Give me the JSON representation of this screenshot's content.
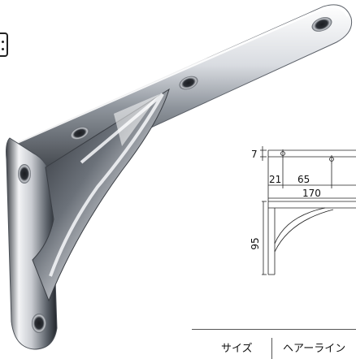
{
  "product": {
    "icon": "shelf-bracket-icon",
    "colors": {
      "chrome_light": "#f4f4f6",
      "chrome_mid": "#9aa0a8",
      "chrome_dark": "#2a2d33"
    }
  },
  "dimensions": {
    "top_offset": "7",
    "hole_offset": "21",
    "hole_spacing": "65",
    "length": "170",
    "height": "95"
  },
  "spec_table": {
    "header_size": "サイズ",
    "header_finish": "ヘアーライン"
  }
}
